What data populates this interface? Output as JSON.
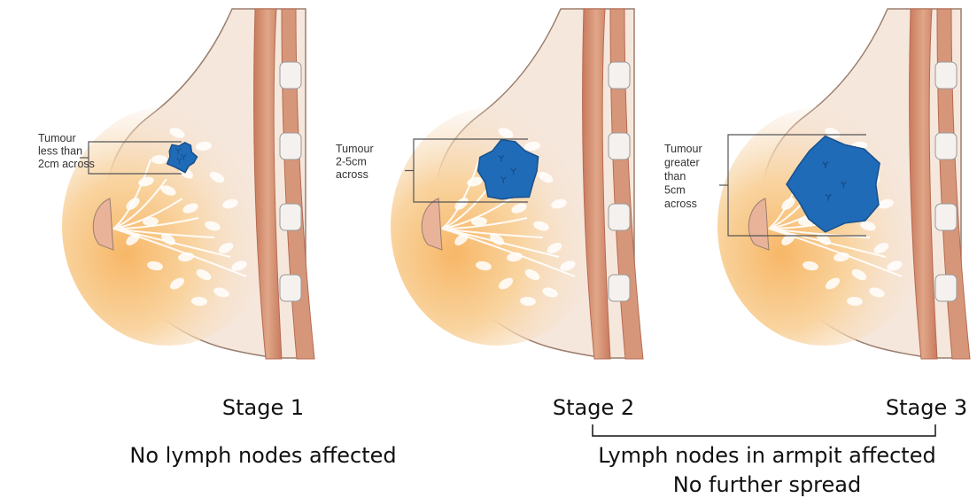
{
  "panels": [
    {
      "label_lines": [
        "Tumour",
        "less than",
        "2cm across"
      ],
      "stage": "Stage 1"
    },
    {
      "label_lines": [
        "Tumour",
        "2-5cm",
        "across"
      ],
      "stage": "Stage 2"
    },
    {
      "label_lines": [
        "Tumour",
        "greater",
        "than",
        "5cm",
        "across"
      ],
      "stage": "Stage 3"
    }
  ],
  "captions": {
    "no_spread": "No lymph nodes affected",
    "armpit_line1": "Lymph nodes in armpit affected",
    "armpit_line2": "No further spread"
  },
  "colors": {
    "skin_light": "#f6e7dc",
    "skin_outline": "#9b7e6e",
    "gland_orange": "#f8c57f",
    "muscle": "#d6967a",
    "muscle_dark": "#b66b52",
    "tumour": "#1f6bb8",
    "tumour_dark": "#174f8a",
    "label_line": "#555555"
  }
}
